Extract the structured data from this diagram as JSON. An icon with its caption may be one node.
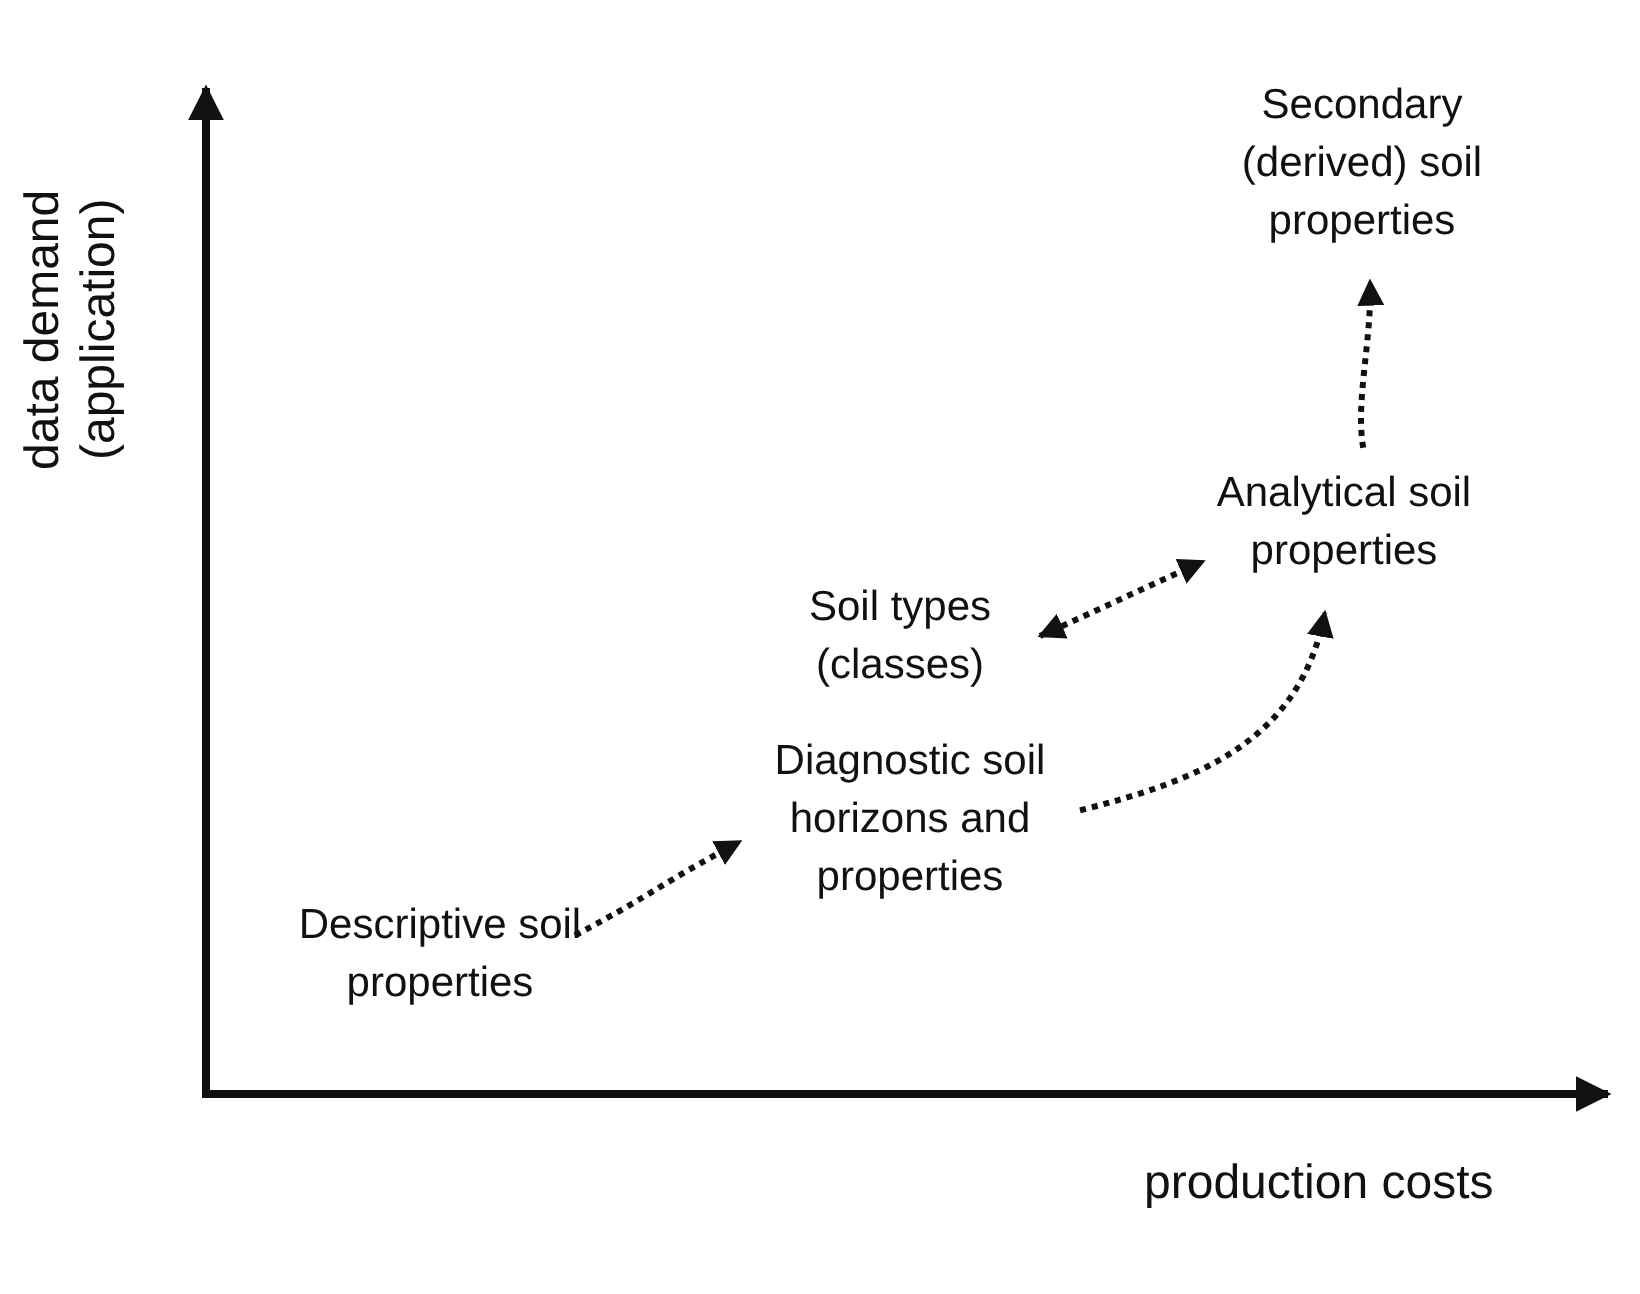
{
  "diagram": {
    "nodes": [
      {
        "text": [
          "Descriptive soil properties"
        ]
      },
      {
        "text": [
          "Diagnostic soil horizons and properties"
        ]
      },
      {
        "text": [
          "Soil types (classes)"
        ]
      },
      {
        "text": [
          "Analytical soil properties"
        ]
      },
      {
        "text": [
          "Secondary (derived) soil properties"
        ]
      }
    ],
    "edges": [
      {
        "from": 0,
        "to": 1,
        "arrow": "to"
      },
      {
        "from": 1,
        "to": 3,
        "arrow": "to"
      },
      {
        "from": 2,
        "to": 3,
        "arrow": "both"
      },
      {
        "from": 3,
        "to": 4,
        "arrow": "to"
      }
    ],
    "labels": [
      "data demand (application)",
      "production costs"
    ]
  }
}
